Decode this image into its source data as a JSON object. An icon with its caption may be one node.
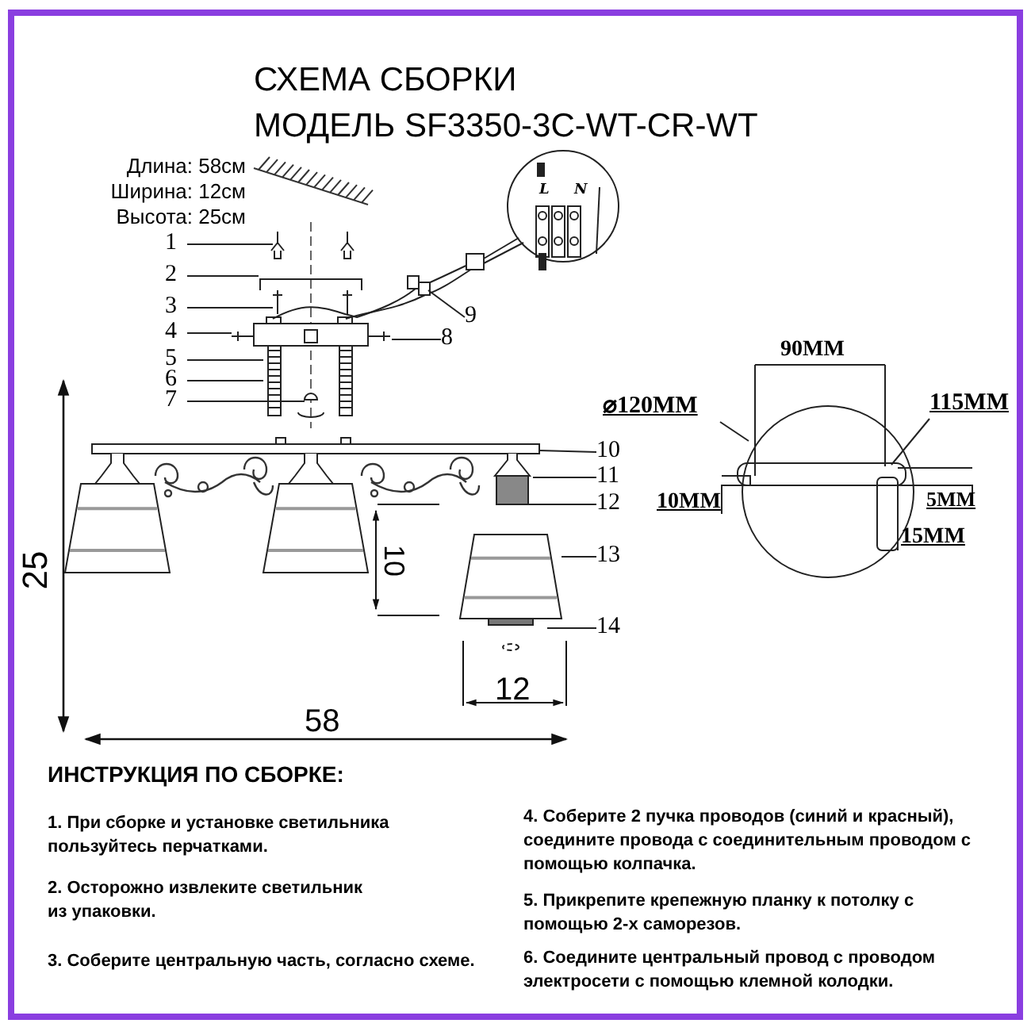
{
  "diagram": {
    "title": "СХЕМА СБОРКИ",
    "nodes": [
      {
        "text": [
          "1"
        ]
      },
      {
        "text": [
          "2"
        ]
      },
      {
        "text": [
          "3"
        ]
      },
      {
        "text": [
          "4"
        ]
      },
      {
        "text": [
          "5"
        ]
      },
      {
        "text": [
          "6"
        ]
      },
      {
        "text": [
          "7"
        ]
      },
      {
        "text": [
          "8"
        ]
      },
      {
        "text": [
          "9"
        ]
      },
      {
        "text": [
          "10"
        ]
      },
      {
        "text": [
          "11"
        ]
      },
      {
        "text": [
          "12"
        ]
      },
      {
        "text": [
          "13"
        ]
      },
      {
        "text": [
          "14"
        ]
      },
      {
        "text": [
          "⌀120MM"
        ]
      },
      {
        "text": [
          "115MM"
        ]
      },
      {
        "text": [],
        "shape": "picture"
      },
      {
        "text": [],
        "shape": "picture"
      },
      {
        "text": [],
        "shape": "picture"
      },
      {
        "text": [],
        "shape": "picture"
      }
    ],
    "edges": [
      {
        "from": 0,
        "to": 16,
        "arrow": "none"
      },
      {
        "from": 1,
        "to": 16,
        "arrow": "none"
      },
      {
        "from": 2,
        "to": 16,
        "arrow": "none"
      },
      {
        "from": 3,
        "to": 16,
        "arrow": "none"
      },
      {
        "from": 4,
        "to": 16,
        "arrow": "none"
      },
      {
        "from": 5,
        "to": 16,
        "arrow": "none"
      },
      {
        "from": 6,
        "to": 16,
        "arrow": "none"
      },
      {
        "from": 7,
        "to": 16,
        "arrow": "none"
      },
      {
        "from": 8,
        "to": 17,
        "arrow": "none"
      },
      {
        "from": 9,
        "to": 18,
        "arrow": "none"
      },
      {
        "from": 10,
        "to": 18,
        "arrow": "none"
      },
      {
        "from": 11,
        "to": 18,
        "arrow": "none"
      },
      {
        "from": 12,
        "to": 18,
        "arrow": "none"
      },
      {
        "from": 13,
        "to": 18,
        "arrow": "none"
      },
      {
        "from": 14,
        "to": 19,
        "arrow": "none"
      },
      {
        "from": 15,
        "to": 19,
        "arrow": "none"
      }
    ],
    "labels": [
      "МОДЕЛЬ SF3350-3C-WT-CR-WT",
      "Длина: 58см",
      "Ширина: 12см",
      "Высота: 25см",
      "L",
      "N",
      "90MM",
      "10MM",
      "5MM",
      "15MM",
      "25",
      "10",
      "12",
      "58",
      "ИНСТРУКЦИЯ ПО СБОРКЕ:",
      "1. При сборке и установке светильника пользуйтесь перчатками.",
      "2. Осторожно извлеките светильник из упаковки.",
      "3. Соберите центральную часть, согласно схеме.",
      "4. Соберите 2 пучка проводов (синий и красный), соедините провода с соединительным проводом с помощью колпачка.",
      "5. Прикрепите крепежную планку к потолку с помощью 2-х саморезов.",
      "6. Соедините центральный провод с проводом электросети с помощью клемной колодки."
    ]
  }
}
